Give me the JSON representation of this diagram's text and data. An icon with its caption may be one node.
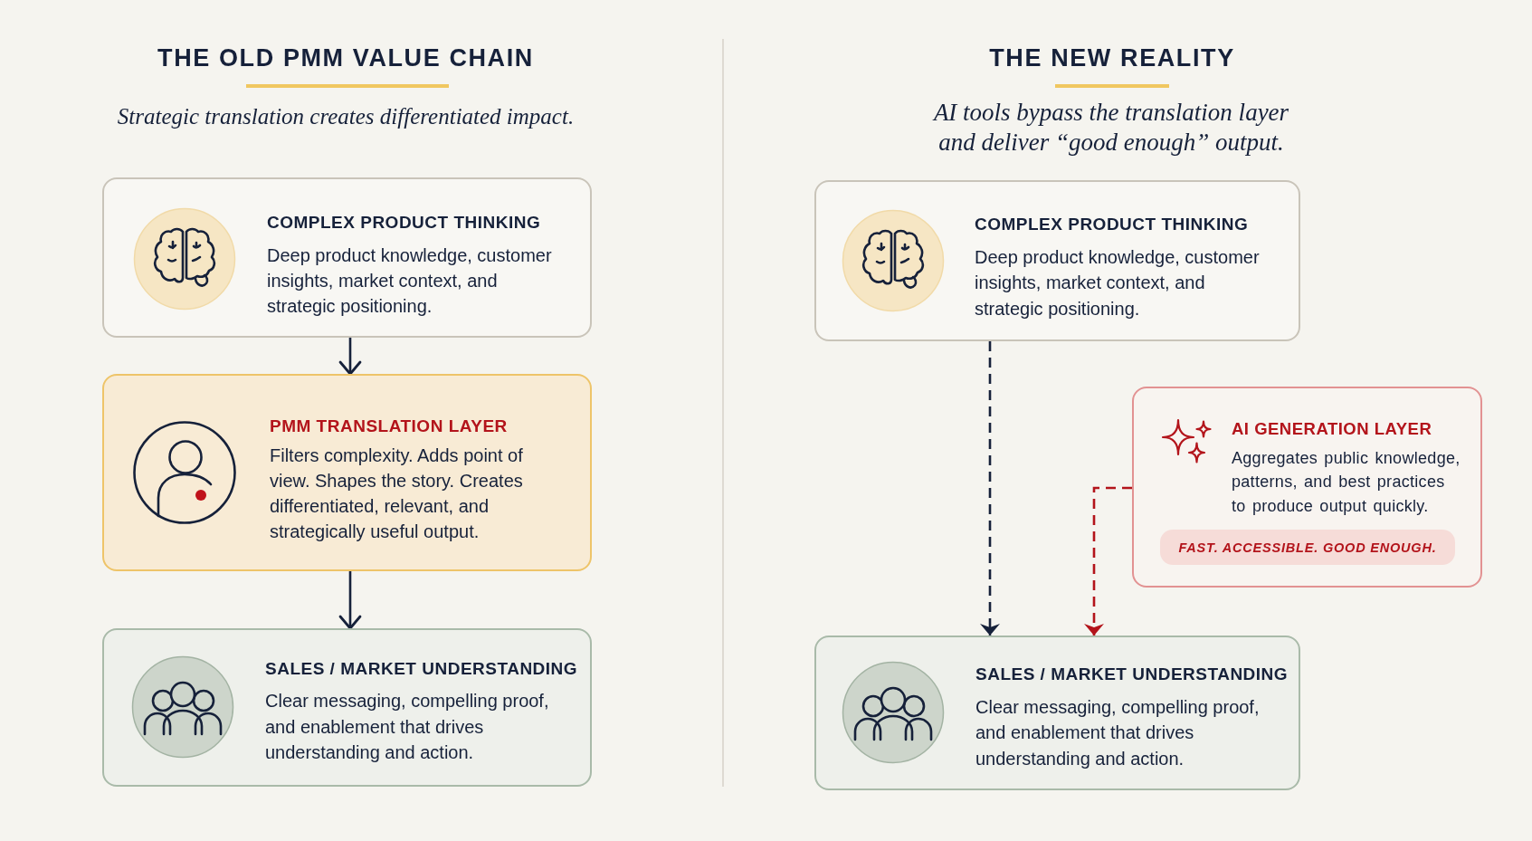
{
  "diagram": {
    "nodes": [
      {
        "text": [
          "COMPLEX PRODUCT THINKING",
          "Deep product knowledge, customer insights, market context, and strategic positioning."
        ]
      },
      {
        "text": [
          "PMM TRANSLATION LAYER",
          "Filters complexity. Adds point of view. Shapes the story. Creates differentiated, relevant, and strategically useful output."
        ]
      },
      {
        "text": [
          "SALES / MARKET UNDERSTANDING",
          "Clear messaging, compelling proof, and enablement that drives understanding and action."
        ]
      },
      {
        "text": [
          "COMPLEX PRODUCT THINKING",
          "Deep product knowledge, customer insights, market context, and strategic positioning."
        ]
      },
      {
        "text": [
          "AI GENERATION LAYER",
          "Aggregates public knowledge, patterns, and best practices to produce output quickly."
        ]
      },
      {
        "text": [
          "FAST. ACCESSIBLE. GOOD ENOUGH."
        ],
        "in": 4
      },
      {
        "text": [
          "SALES / MARKET UNDERSTANDING",
          "Clear messaging, compelling proof, and enablement that drives understanding and action."
        ]
      }
    ],
    "edges": [
      {
        "from": 0,
        "to": 1,
        "arrow": "to"
      },
      {
        "from": 1,
        "to": 2,
        "arrow": "to"
      },
      {
        "from": 3,
        "to": 6,
        "arrow": "to",
        "style": "dashed"
      },
      {
        "from": 4,
        "to": 6,
        "arrow": "to",
        "style": "dashed",
        "color": "#b3141b"
      }
    ],
    "labels": [
      "THE OLD PMM VALUE CHAIN",
      "Strategic translation creates differentiated impact.",
      "THE NEW REALITY",
      "AI tools bypass the translation layer and deliver “good enough” output."
    ]
  }
}
